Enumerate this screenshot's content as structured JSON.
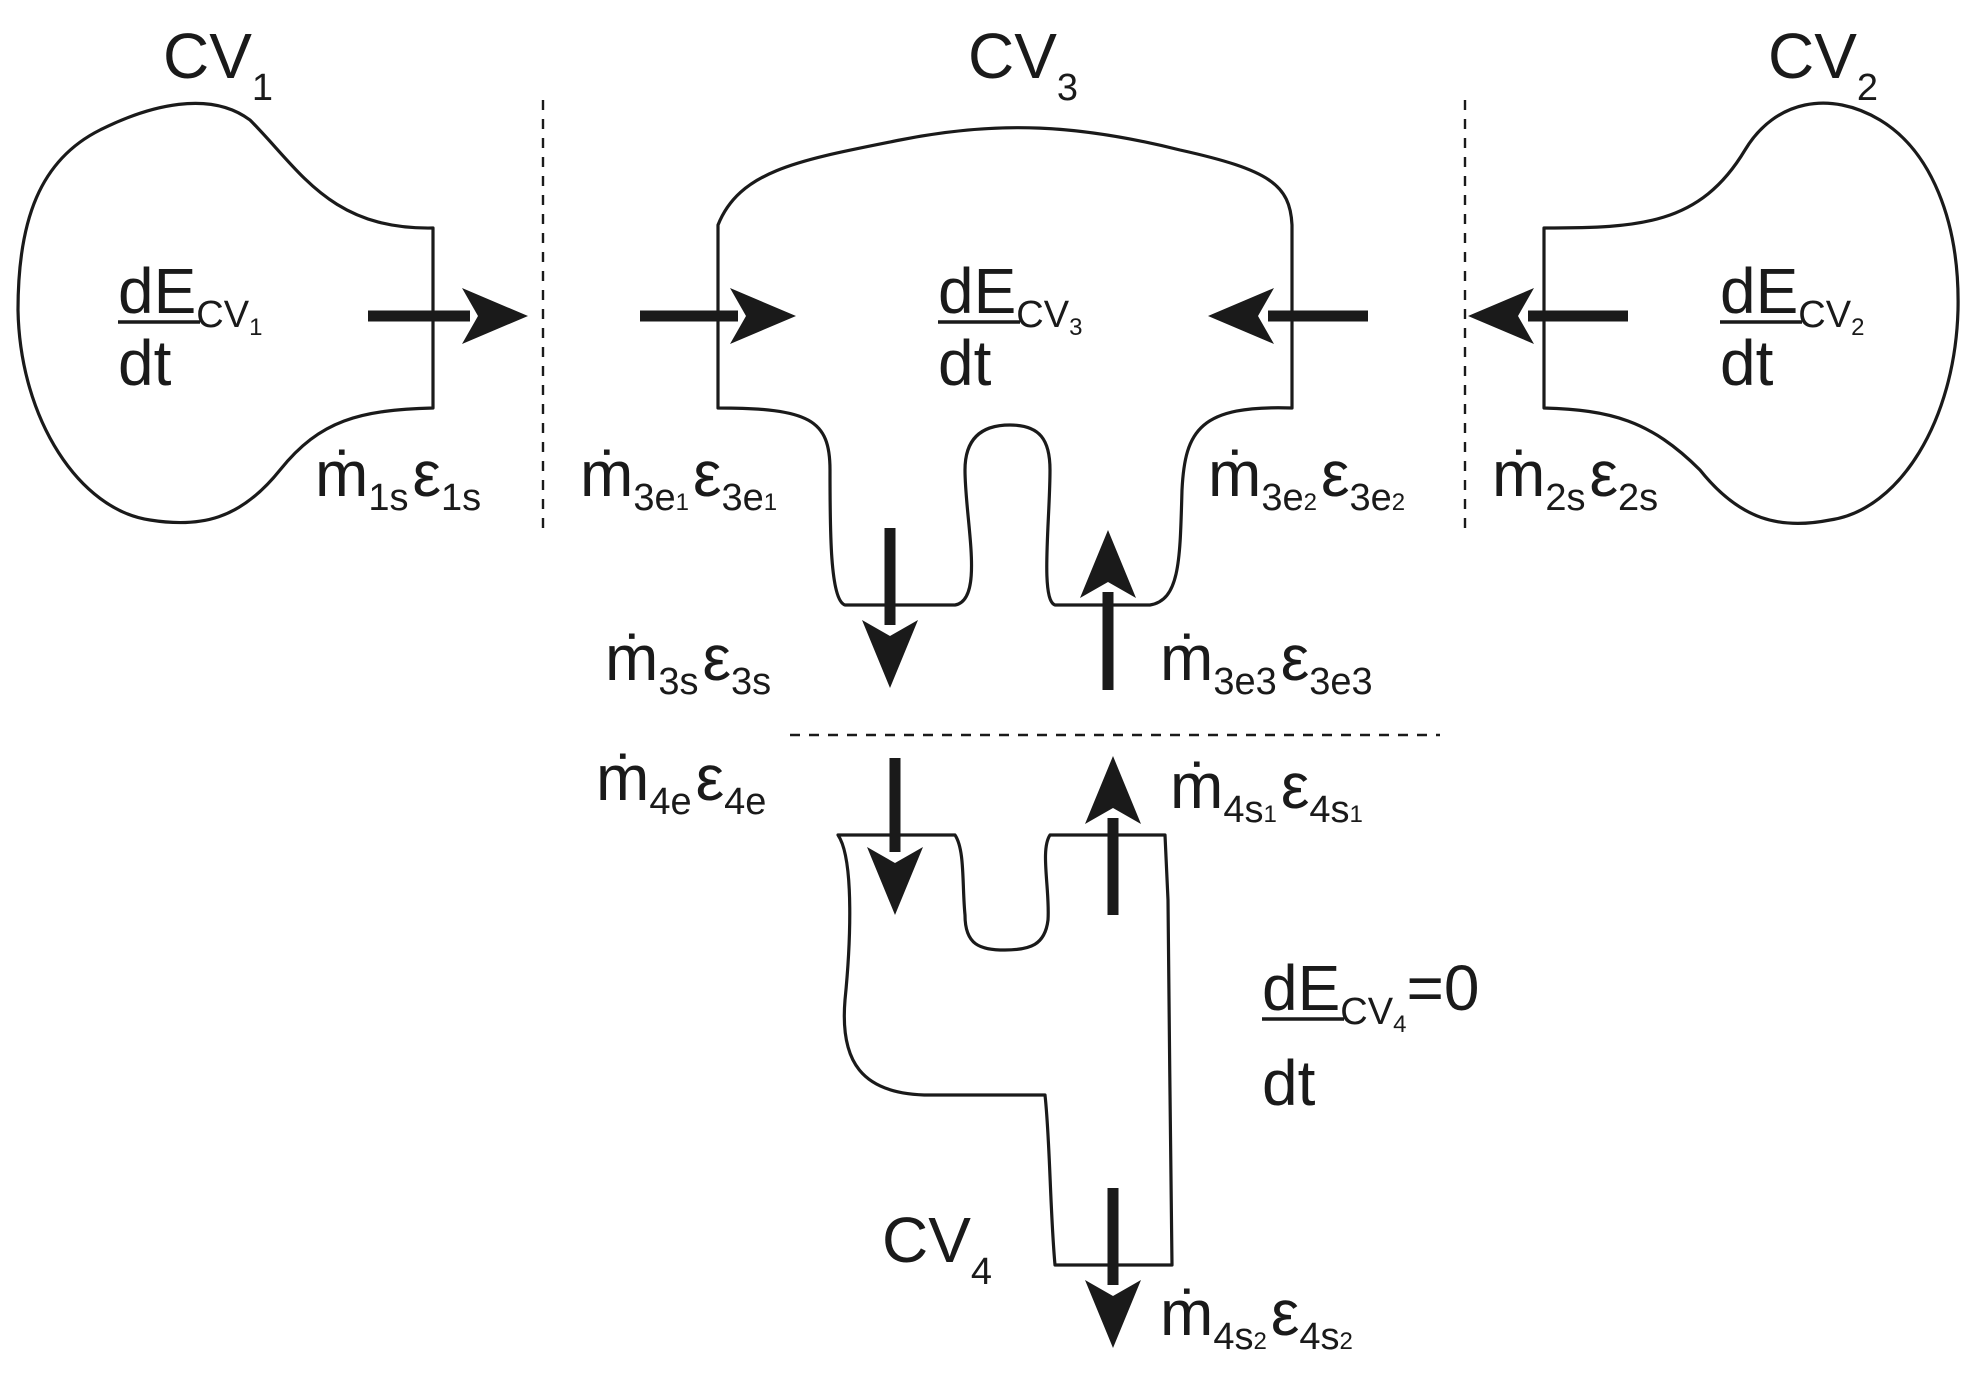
{
  "cv_labels": {
    "cv1": "CV",
    "cv1_sub": "1",
    "cv2": "CV",
    "cv2_sub": "2",
    "cv3": "CV",
    "cv3_sub": "3",
    "cv4": "CV",
    "cv4_sub": "4"
  },
  "energy_terms": {
    "cv1": {
      "numerator": "dE",
      "denominator": "dt",
      "subscript": "CV",
      "subscript_index": "1"
    },
    "cv2": {
      "numerator": "dE",
      "denominator": "dt",
      "subscript": "CV",
      "subscript_index": "2"
    },
    "cv3": {
      "numerator": "dE",
      "denominator": "dt",
      "subscript": "CV",
      "subscript_index": "3"
    },
    "cv4": {
      "numerator": "dE",
      "denominator": "dt",
      "subscript": "CV",
      "subscript_index": "4",
      "suffix": "=0"
    }
  },
  "flows": {
    "m1s": {
      "m": "ṁ",
      "m_sub": "1s",
      "eps": "ε",
      "eps_sub": "1s"
    },
    "m3e1": {
      "m": "ṁ",
      "m_sub": "3e",
      "m_sub_index": "1",
      "eps": "ε",
      "eps_sub": "3e",
      "eps_sub_index": "1"
    },
    "m3e2": {
      "m": "ṁ",
      "m_sub": "3e",
      "m_sub_index": "2",
      "eps": "ε",
      "eps_sub": "3e",
      "eps_sub_index": "2"
    },
    "m2s": {
      "m": "ṁ",
      "m_sub": "2s",
      "eps": "ε",
      "eps_sub": "2s"
    },
    "m3s": {
      "m": "ṁ",
      "m_sub": "3s",
      "eps": "ε",
      "eps_sub": "3s"
    },
    "m3e3": {
      "m": "ṁ",
      "m_sub": "3e3",
      "eps": "ε",
      "eps_sub": "3e3"
    },
    "m4e": {
      "m": "ṁ",
      "m_sub": "4e",
      "eps": "ε",
      "eps_sub": "4e"
    },
    "m4s1": {
      "m": "ṁ",
      "m_sub": "4s",
      "m_sub_index": "1",
      "eps": "ε",
      "eps_sub": "4s",
      "eps_sub_index": "1"
    },
    "m4s2": {
      "m": "ṁ",
      "m_sub": "4s",
      "m_sub_index": "2",
      "eps": "ε",
      "eps_sub": "4s",
      "eps_sub_index": "2"
    }
  }
}
